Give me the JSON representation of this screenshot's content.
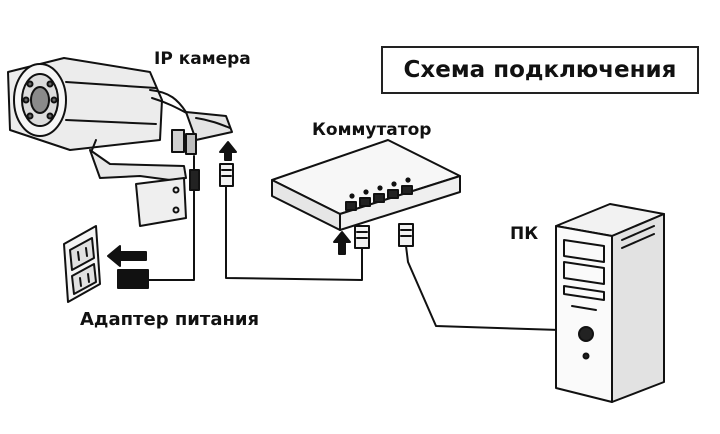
{
  "title": "Схема подключения",
  "labels": {
    "camera": "IP камера",
    "switch": "Коммутатор",
    "pc": "ПК",
    "adapter": "Адаптер питания"
  },
  "colors": {
    "ink": "#111111",
    "background": "#ffffff",
    "shade": "#d9d9d9"
  },
  "icons": [
    "ip-camera-icon",
    "network-switch-icon",
    "pc-tower-icon",
    "power-outlet-icon",
    "power-plug-icon",
    "rj45-connector-icon",
    "arrow-icon"
  ]
}
